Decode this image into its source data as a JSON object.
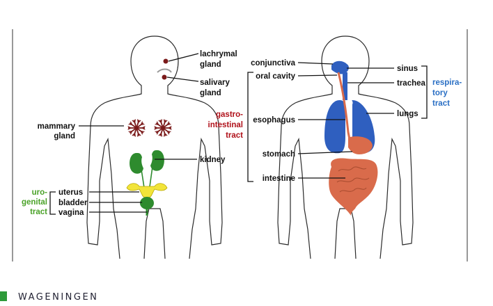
{
  "colors": {
    "green_organs": "#2e8b2e",
    "red_organs": "#d96b4b",
    "blue_organs": "#2f5fbf",
    "mammary": "#7a1a1a",
    "uterus": "#f2e43a",
    "brand_square": "#2e9a3a"
  },
  "left_figure": {
    "labels": {
      "lachrymal": [
        "lachrymal",
        "gland"
      ],
      "salivary": [
        "salivary",
        "gland"
      ],
      "mammary": [
        "mammary",
        "gland"
      ],
      "kidney": "kidney",
      "uterus": "uterus",
      "bladder": "bladder",
      "vagina": "vagina"
    },
    "group": {
      "urogenital": [
        "uro-",
        "genital",
        "tract"
      ]
    }
  },
  "right_figure": {
    "labels": {
      "conjunctiva": "conjunctiva",
      "oral_cavity": "oral cavity",
      "esophagus": "esophagus",
      "stomach": "stomach",
      "intestine": "intestine",
      "sinus": "sinus",
      "trachea": "trachea",
      "lungs": "lungs"
    },
    "groups": {
      "gastrointestinal": [
        "gastro-",
        "intestinal",
        "tract"
      ],
      "respiratory": [
        "respira-",
        "tory",
        "tract"
      ]
    }
  },
  "footer": {
    "brand": "WAGENINGEN"
  }
}
